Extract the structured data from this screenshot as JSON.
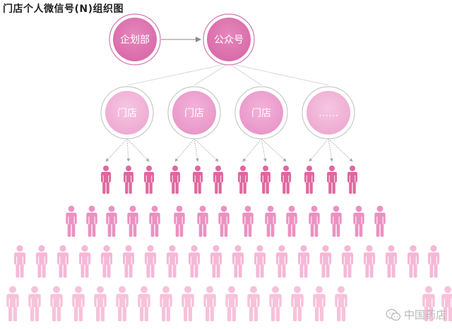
{
  "title": "门店个人微信号(N)组织图",
  "nodes": {
    "planning_dept": "企划部",
    "official_account": "公众号",
    "stores": [
      "门店",
      "门店",
      "门店",
      "……"
    ]
  },
  "colors": {
    "top_node_fill": "#dc74b0",
    "top_node_ring": "#d46aa7",
    "store_fill": "#f1b4d8",
    "store_ring": "#c4c4c4",
    "row1_people": "#e0679f",
    "row2_people": "#ec91c1",
    "row3_people": "#f5b8d6",
    "row4_people": "#f7c2da",
    "arrow": "#9a9a9a",
    "connector": "#cfcfcf"
  },
  "watermark": "中国药店"
}
